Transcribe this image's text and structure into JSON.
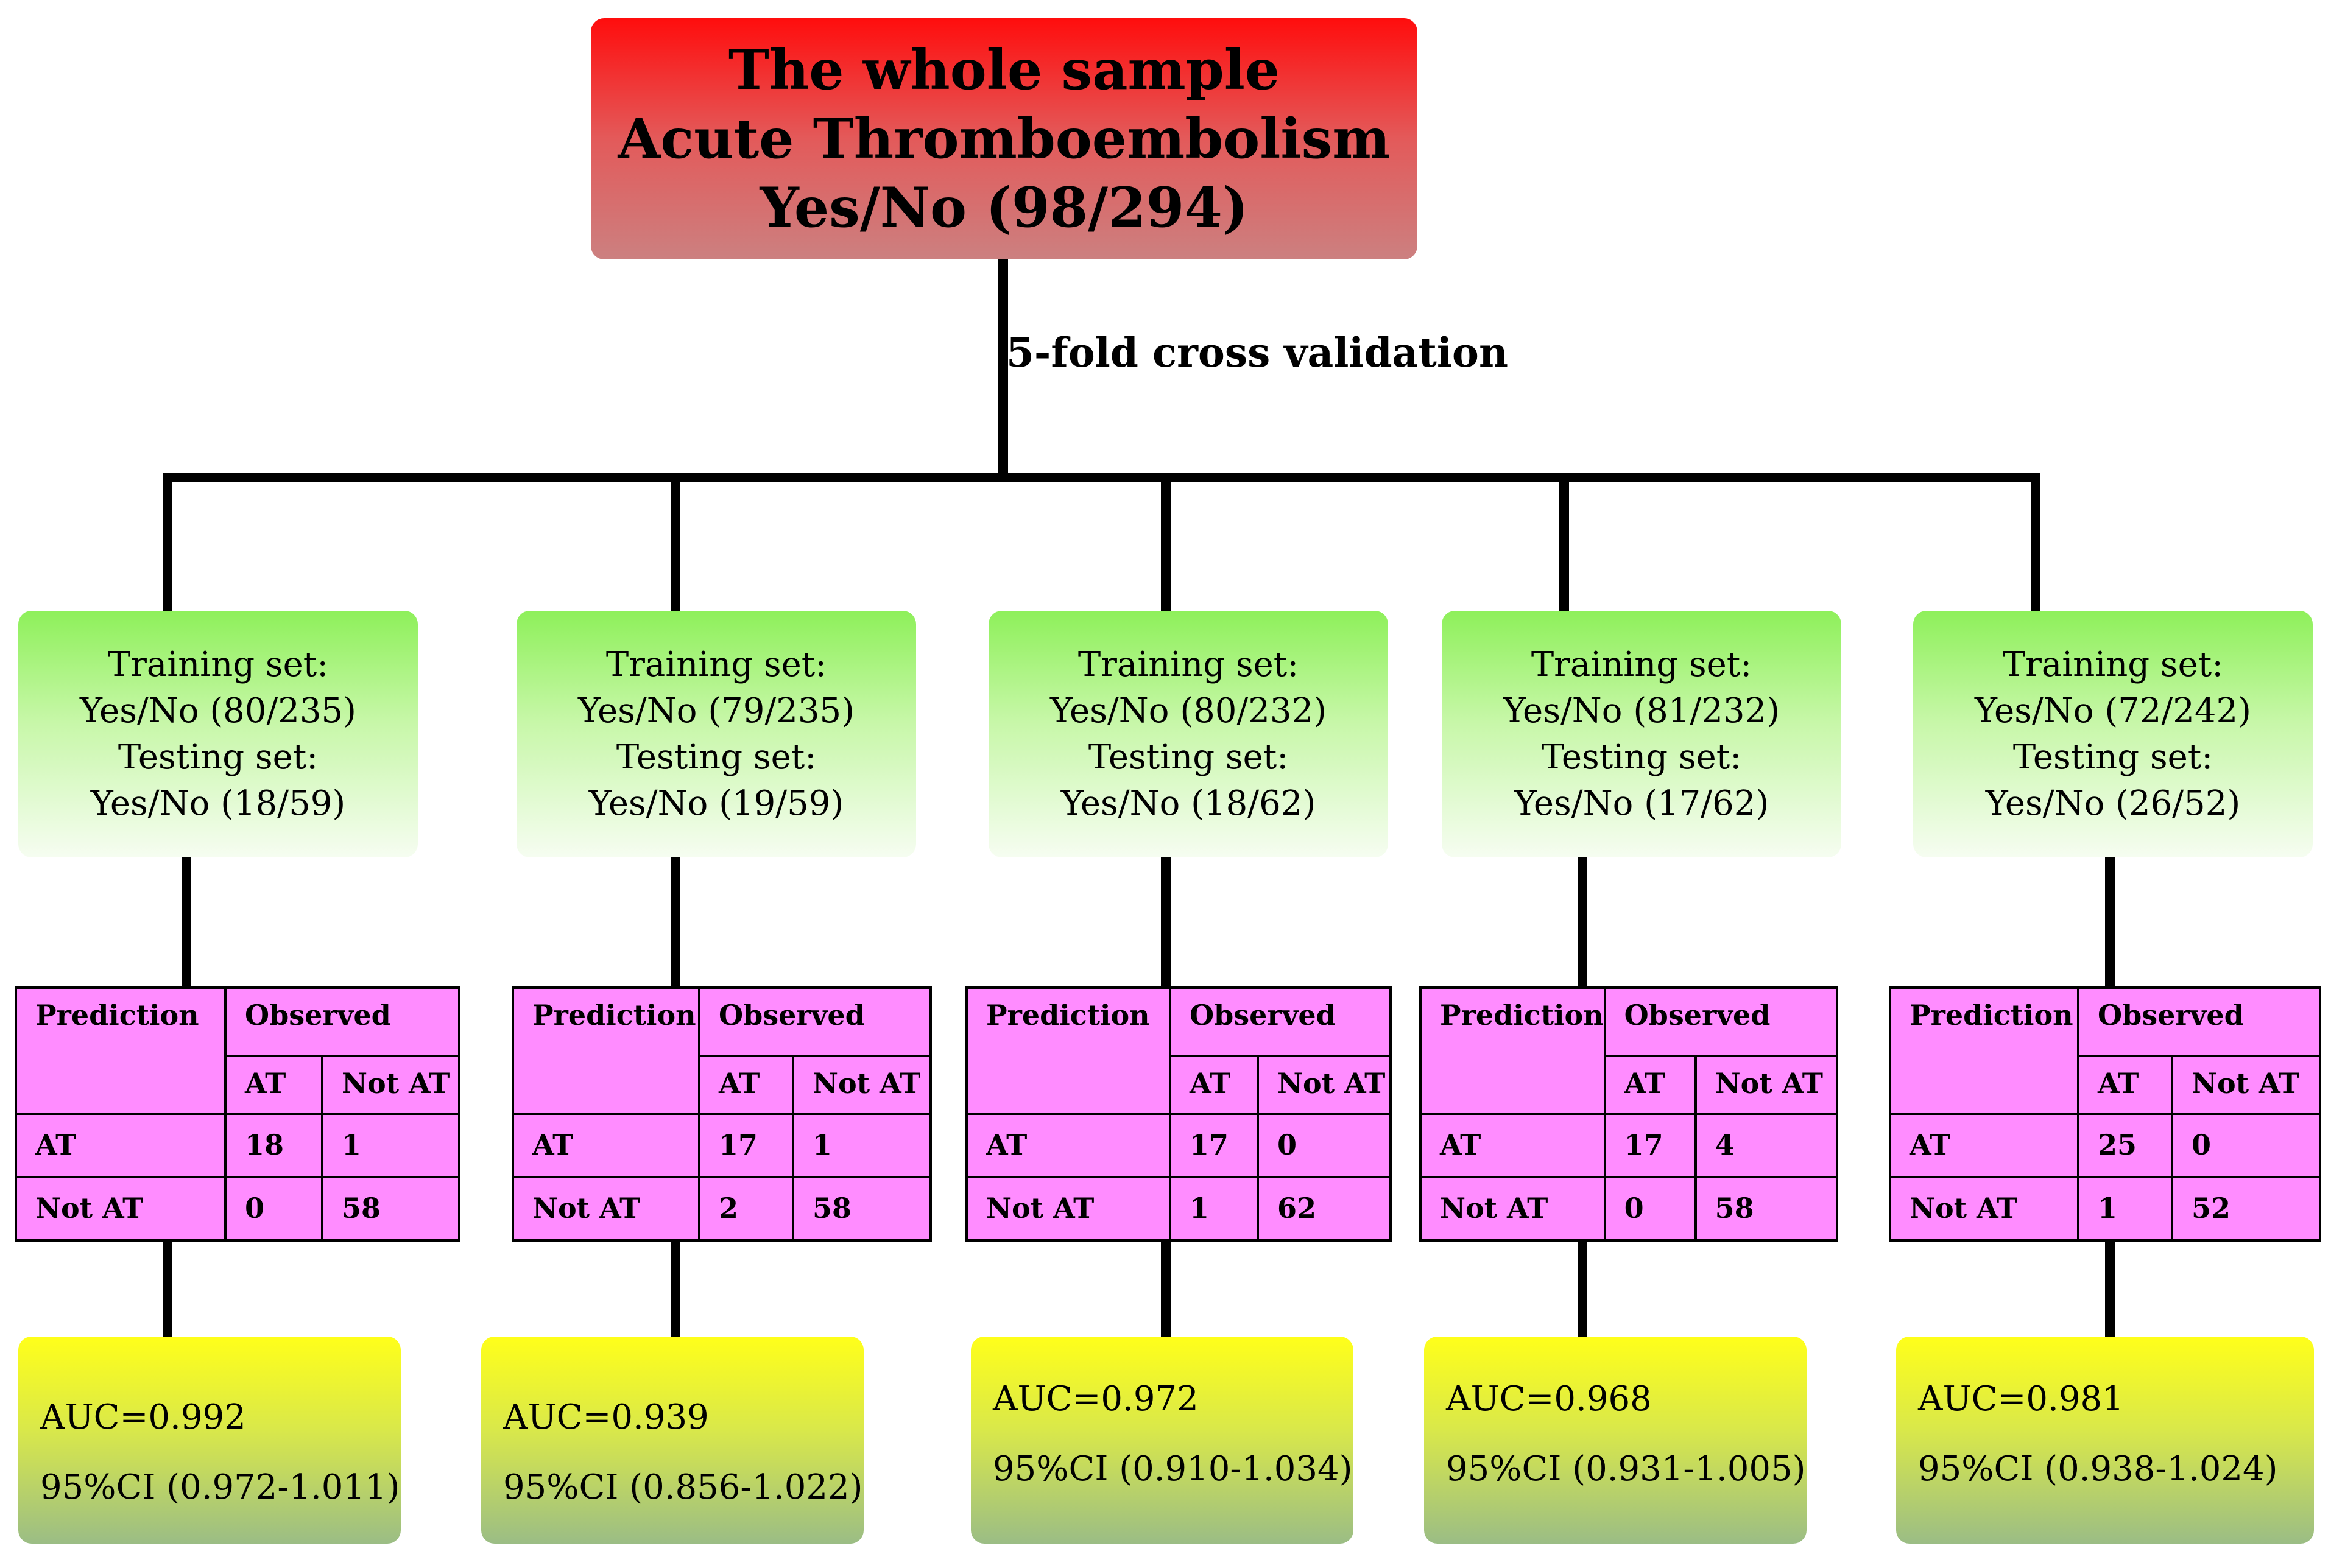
{
  "colors": {
    "root_box": "#e35a5a",
    "training_boxes": "#8ef05a",
    "confusion_tables": "#ff8cff",
    "auc_boxes": "#ffff1a",
    "connector_lines": "#000000"
  },
  "root": {
    "line1": "The whole sample",
    "line2": "Acute Thromboembolism",
    "line3": "Yes/No (98/294)"
  },
  "cv_label": "5-fold cross validation",
  "folds": [
    {
      "training_label": "Training set:",
      "training_value": "Yes/No (80/235)",
      "testing_label": "Testing set:",
      "testing_value": "Yes/No (18/59)",
      "table": {
        "prediction": "Prediction",
        "observed": "Observed",
        "at": "AT",
        "not_at": "Not AT",
        "at_at": "18",
        "at_not": "1",
        "not_at_at": "0",
        "not_not": "58"
      },
      "auc": "AUC=0.992",
      "ci": "95%CI (0.972-1.011)"
    },
    {
      "training_label": "Training set:",
      "training_value": "Yes/No (79/235)",
      "testing_label": "Testing set:",
      "testing_value": "Yes/No (19/59)",
      "table": {
        "prediction": "Prediction",
        "observed": "Observed",
        "at": "AT",
        "not_at": "Not AT",
        "at_at": "17",
        "at_not": "1",
        "not_at_at": "2",
        "not_not": "58"
      },
      "auc": "AUC=0.939",
      "ci": "95%CI (0.856-1.022)"
    },
    {
      "training_label": "Training set:",
      "training_value": "Yes/No (80/232)",
      "testing_label": "Testing set:",
      "testing_value": "Yes/No (18/62)",
      "table": {
        "prediction": "Prediction",
        "observed": "Observed",
        "at": "AT",
        "not_at": "Not AT",
        "at_at": "17",
        "at_not": "0",
        "not_at_at": "1",
        "not_not": "62"
      },
      "auc": "AUC=0.972",
      "ci": "95%CI (0.910-1.034)"
    },
    {
      "training_label": "Training set:",
      "training_value": "Yes/No (81/232)",
      "testing_label": "Testing set:",
      "testing_value": "Yes/No (17/62)",
      "table": {
        "prediction": "Prediction",
        "observed": "Observed",
        "at": "AT",
        "not_at": "Not AT",
        "at_at": "17",
        "at_not": "4",
        "not_at_at": "0",
        "not_not": "58"
      },
      "auc": "AUC=0.968",
      "ci": "95%CI (0.931-1.005)"
    },
    {
      "training_label": "Training set:",
      "training_value": "Yes/No (72/242)",
      "testing_label": "Testing set:",
      "testing_value": "Yes/No (26/52)",
      "table": {
        "prediction": "Prediction",
        "observed": "Observed",
        "at": "AT",
        "not_at": "Not AT",
        "at_at": "25",
        "at_not": "0",
        "not_at_at": "1",
        "not_not": "52"
      },
      "auc": "AUC=0.981",
      "ci": "95%CI (0.938-1.024)"
    }
  ]
}
